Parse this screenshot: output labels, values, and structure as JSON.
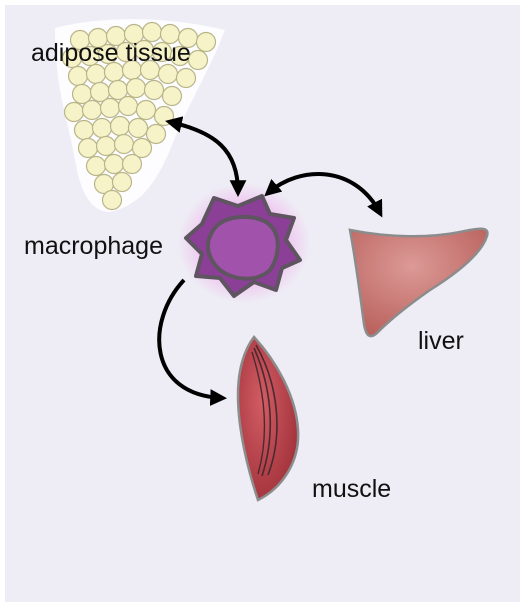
{
  "labels": {
    "adipose": "adipose tissue",
    "macrophage": "macrophage",
    "liver": "liver",
    "muscle": "muscle"
  },
  "colors": {
    "background": "#eeecf4",
    "adipocyte_fill": "#f6f3c8",
    "adipocyte_stroke": "#b9b58a",
    "macrophage_fill": "#8c3f96",
    "macrophage_glow": "#f0b8f0",
    "liver_fill": "#cc7772",
    "muscle_fill": "#c24850",
    "arrow": "#000000"
  },
  "arrows": [
    {
      "from": "adipose tissue",
      "to": "macrophage",
      "direction": "both"
    },
    {
      "from": "macrophage",
      "to": "liver",
      "direction": "both"
    },
    {
      "from": "macrophage",
      "to": "muscle",
      "direction": "forward"
    }
  ]
}
